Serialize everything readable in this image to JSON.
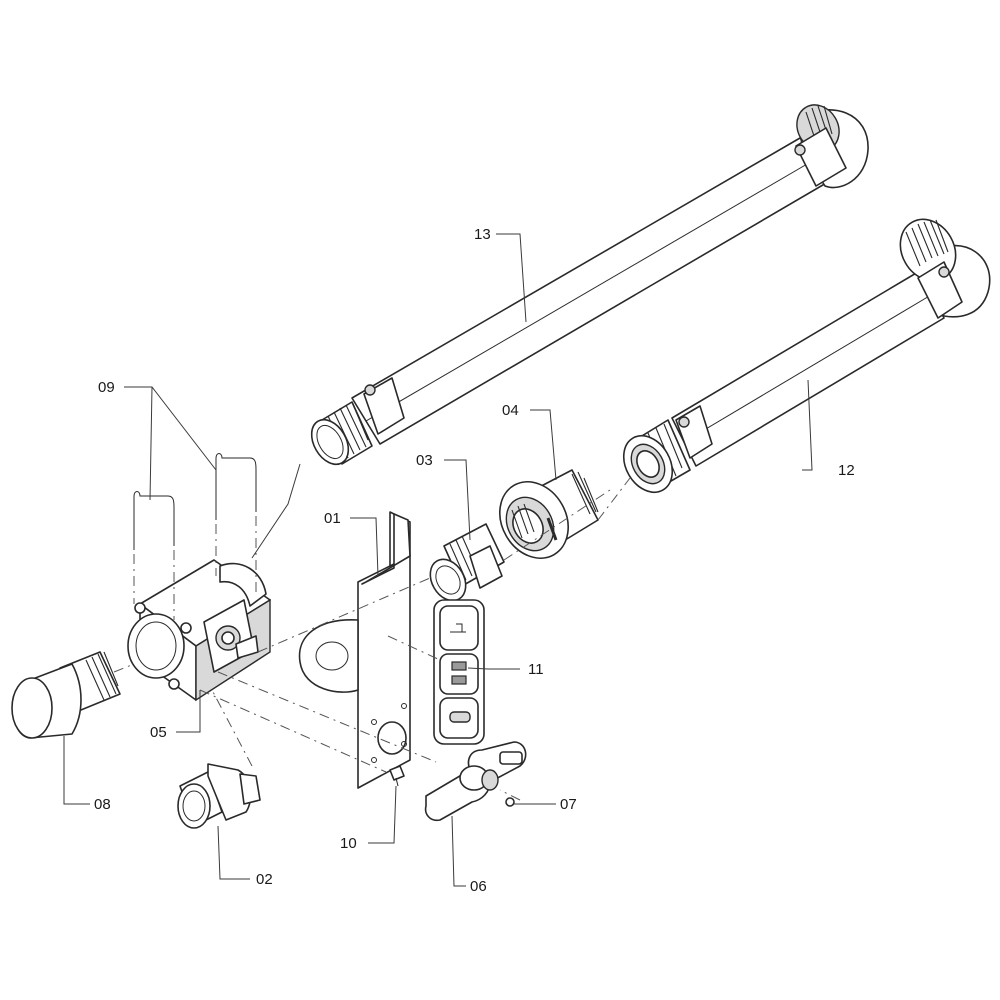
{
  "diagram": {
    "parts": [
      {
        "key": "p01",
        "label": "01"
      },
      {
        "key": "p02",
        "label": "02"
      },
      {
        "key": "p03",
        "label": "03"
      },
      {
        "key": "p04",
        "label": "04"
      },
      {
        "key": "p05",
        "label": "05"
      },
      {
        "key": "p06",
        "label": "06"
      },
      {
        "key": "p07",
        "label": "07"
      },
      {
        "key": "p08",
        "label": "08"
      },
      {
        "key": "p09",
        "label": "09"
      },
      {
        "key": "p10",
        "label": "10"
      },
      {
        "key": "p11",
        "label": "11"
      },
      {
        "key": "p12",
        "label": "12"
      },
      {
        "key": "p13",
        "label": "13"
      }
    ]
  }
}
